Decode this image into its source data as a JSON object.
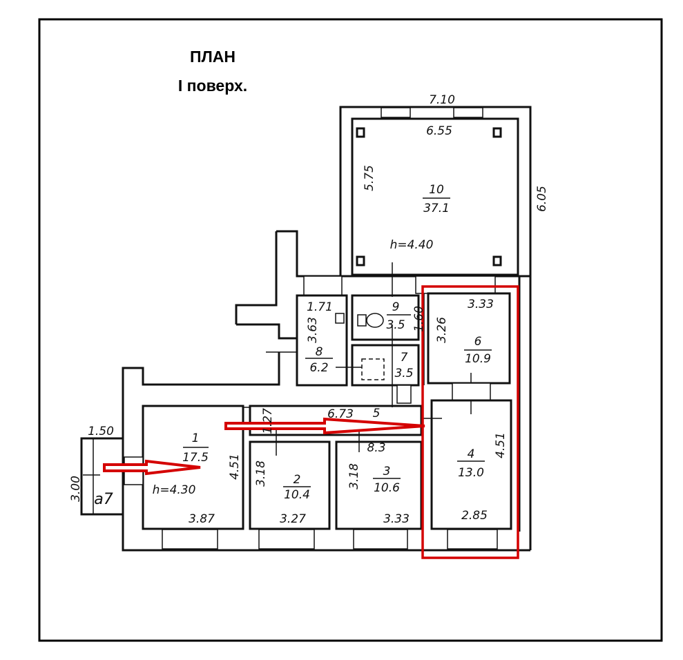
{
  "title": "ПЛАН",
  "subtitle": "I  поверх.",
  "highlight_color": "#d40000",
  "rooms": [
    {
      "number": "1",
      "area": "17.5",
      "height": "h=4.30"
    },
    {
      "number": "2",
      "area": "10.4"
    },
    {
      "number": "3",
      "area": "10.6"
    },
    {
      "number": "4",
      "area": "13.0"
    },
    {
      "number": "5",
      "area": "8.3"
    },
    {
      "number": "6",
      "area": "10.9"
    },
    {
      "number": "7",
      "area": "3.5"
    },
    {
      "number": "8",
      "area": "6.2"
    },
    {
      "number": "9",
      "area": "3.5"
    },
    {
      "number": "10",
      "area": "37.1",
      "height": "h=4.40"
    },
    {
      "number": "a7"
    }
  ],
  "dimensions": {
    "top_outer": "7.10",
    "top_inner": "6.55",
    "left_10": "5.75",
    "right_outer": "6.05",
    "r8_top": "1.71",
    "r8_side": "3.63",
    "r9_side": "1.60",
    "r6_top": "3.33",
    "r6_side": "3.26",
    "corridor_len": "6.73",
    "corridor_w": "1.27",
    "r1_side": "4.51",
    "r2_side": "3.18",
    "r3_side": "3.18",
    "r4_side": "4.51",
    "r1_bottom": "3.87",
    "r2_bottom": "3.27",
    "r3_bottom": "3.33",
    "r4_bottom": "2.85",
    "porch_w": "1.50",
    "porch_h": "3.00"
  }
}
